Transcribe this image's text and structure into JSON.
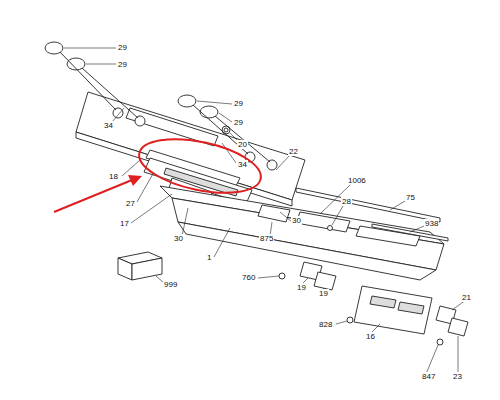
{
  "diagram": {
    "labels": [
      "29",
      "29",
      "29",
      "29",
      "34",
      "20",
      "34",
      "18",
      "22",
      "27",
      "1006",
      "17",
      "28",
      "75",
      "30",
      "875",
      "30",
      "938",
      "1",
      "999",
      "760",
      "19",
      "19",
      "21",
      "828",
      "16",
      "847",
      "23"
    ]
  }
}
